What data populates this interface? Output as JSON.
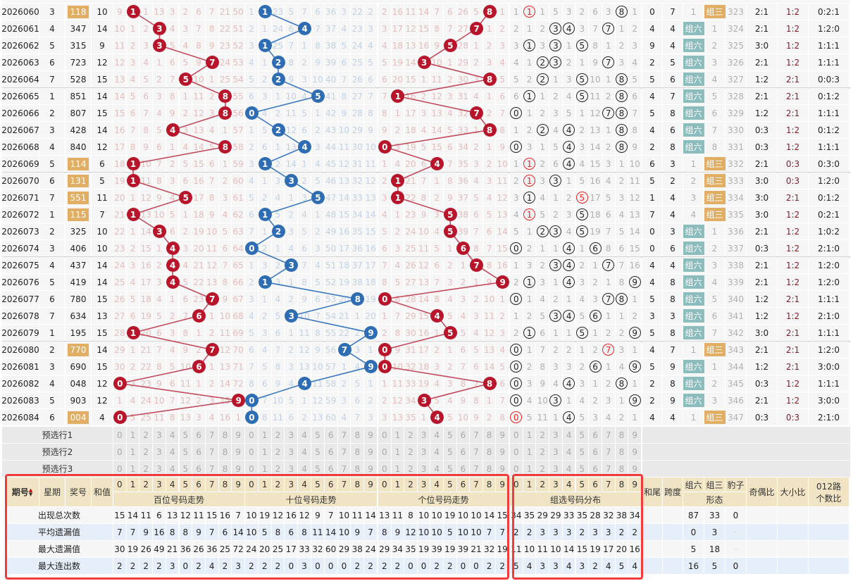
{
  "colors": {
    "red_ball": "#b8152b",
    "blue_ball": "#2e6cb4",
    "red_line": "#c24a5c",
    "blue_line": "#3a78c0",
    "zu3": "#e2ae63",
    "zu6": "#8bbdbd",
    "dx_text": "#8b1a2a",
    "frame": "#f23b3b"
  },
  "labels": {
    "zu3": "组三",
    "zu6": "组六",
    "baozi": "豹子"
  },
  "draws": [
    {
      "period": "2026060",
      "week": "3",
      "number": "118",
      "sum": "10"
    },
    {
      "period": "2026061",
      "week": "4",
      "number": "347",
      "sum": "14"
    },
    {
      "period": "2026062",
      "week": "5",
      "number": "315",
      "sum": "9"
    },
    {
      "period": "2026063",
      "week": "6",
      "number": "723",
      "sum": "12"
    },
    {
      "period": "2026064",
      "week": "7",
      "number": "528",
      "sum": "15"
    },
    {
      "period": "2026065",
      "week": "1",
      "number": "851",
      "sum": "14"
    },
    {
      "period": "2026066",
      "week": "2",
      "number": "807",
      "sum": "15"
    },
    {
      "period": "2026067",
      "week": "3",
      "number": "428",
      "sum": "14"
    },
    {
      "period": "2026068",
      "week": "4",
      "number": "840",
      "sum": "12"
    },
    {
      "period": "2026069",
      "week": "5",
      "number": "114",
      "sum": "6"
    },
    {
      "period": "2026070",
      "week": "6",
      "number": "131",
      "sum": "5"
    },
    {
      "period": "2026071",
      "week": "7",
      "number": "551",
      "sum": "11"
    },
    {
      "period": "2026072",
      "week": "1",
      "number": "115",
      "sum": "7"
    },
    {
      "period": "2026073",
      "week": "2",
      "number": "325",
      "sum": "10"
    },
    {
      "period": "2026074",
      "week": "3",
      "number": "406",
      "sum": "10"
    },
    {
      "period": "2026075",
      "week": "4",
      "number": "437",
      "sum": "14"
    },
    {
      "period": "2026076",
      "week": "5",
      "number": "419",
      "sum": "14"
    },
    {
      "period": "2026077",
      "week": "6",
      "number": "780",
      "sum": "15"
    },
    {
      "period": "2026078",
      "week": "7",
      "number": "634",
      "sum": "13"
    },
    {
      "period": "2026079",
      "week": "1",
      "number": "195",
      "sum": "15"
    },
    {
      "period": "2026080",
      "week": "2",
      "number": "770",
      "sum": "14"
    },
    {
      "period": "2026081",
      "week": "3",
      "number": "690",
      "sum": "15"
    },
    {
      "period": "2026082",
      "week": "4",
      "number": "048",
      "sum": "12"
    },
    {
      "period": "2026083",
      "week": "5",
      "number": "903",
      "sum": "12"
    },
    {
      "period": "2026084",
      "week": "6",
      "number": "004",
      "sum": "4"
    }
  ],
  "first_row_miss": {
    "hundreds": [
      9,
      null,
      1,
      13,
      3,
      2,
      6,
      7,
      21,
      50
    ],
    "tens": [
      1,
      null,
      23,
      5,
      7,
      6,
      36,
      3,
      22,
      2
    ],
    "units": [
      2,
      16,
      11,
      14,
      7,
      6,
      26,
      5,
      null,
      1
    ],
    "group": [
      1,
      null,
      1,
      5,
      3,
      2,
      6,
      3,
      null,
      1
    ],
    "zu6": 1,
    "zu3": 0,
    "baozi": 323
  },
  "preselect": {
    "rows": [
      "预选行1",
      "预选行2",
      "预选行3"
    ],
    "digits": [
      "0",
      "1",
      "2",
      "3",
      "4",
      "5",
      "6",
      "7",
      "8",
      "9"
    ]
  },
  "header": {
    "period": "期号",
    "sort_icon": "▲▼",
    "week": "星期",
    "number": "奖号",
    "sum": "和值",
    "digits": [
      "0",
      "1",
      "2",
      "3",
      "4",
      "5",
      "6",
      "7",
      "8",
      "9"
    ],
    "hundreds_title": "百位号码走势",
    "tens_title": "十位号码走势",
    "units_title": "个位号码走势",
    "group_title": "组选号码分布",
    "he_wei": "和尾",
    "kua_du": "跨度",
    "zu6": "组六",
    "zu3": "组三",
    "baozi": "豹子",
    "form_title": "形态",
    "odd_even": "奇偶比",
    "big_small": "大小比",
    "r012_a": "012路",
    "r012_b": "个数比"
  },
  "stats": [
    {
      "label": "出现总次数",
      "hundreds": [
        15,
        14,
        11,
        6,
        13,
        12,
        11,
        15,
        16,
        7
      ],
      "tens": [
        10,
        19,
        12,
        16,
        12,
        9,
        7,
        10,
        11,
        14
      ],
      "units": [
        13,
        11,
        8,
        10,
        10,
        19,
        10,
        10,
        14,
        15
      ],
      "group": [
        34,
        35,
        29,
        29,
        33,
        35,
        28,
        32,
        38,
        34
      ],
      "form": [
        "87",
        "33",
        "0"
      ]
    },
    {
      "label": "平均遗漏值",
      "hundreds": [
        7,
        7,
        9,
        16,
        8,
        8,
        9,
        7,
        6,
        14
      ],
      "tens": [
        10,
        5,
        8,
        6,
        8,
        11,
        14,
        10,
        9,
        7
      ],
      "units": [
        8,
        9,
        12,
        10,
        10,
        5,
        10,
        10,
        7,
        7
      ],
      "group": [
        2,
        2,
        3,
        3,
        3,
        2,
        3,
        3,
        2,
        2
      ],
      "form": [
        "0",
        "3",
        "--"
      ]
    },
    {
      "label": "最大遗漏值",
      "hundreds": [
        30,
        19,
        26,
        49,
        21,
        36,
        26,
        36,
        25,
        72
      ],
      "tens": [
        24,
        20,
        25,
        17,
        33,
        32,
        60,
        29,
        38,
        24
      ],
      "units": [
        29,
        34,
        35,
        19,
        39,
        19,
        39,
        21,
        32,
        19
      ],
      "group": [
        11,
        10,
        11,
        10,
        14,
        15,
        19,
        17,
        20,
        16
      ],
      "form": [
        "5",
        "18",
        "--"
      ]
    },
    {
      "label": "最大连出数",
      "hundreds": [
        2,
        2,
        2,
        2,
        3,
        0,
        2,
        4,
        2,
        3
      ],
      "tens": [
        2,
        2,
        2,
        0,
        3,
        0,
        0,
        0,
        2,
        2
      ],
      "units": [
        2,
        2,
        0,
        0,
        2,
        2,
        0,
        0,
        2,
        2
      ],
      "group": [
        5,
        4,
        3,
        3,
        4,
        3,
        2,
        4,
        5,
        4
      ],
      "form": [
        "16",
        "5",
        "0"
      ]
    }
  ]
}
